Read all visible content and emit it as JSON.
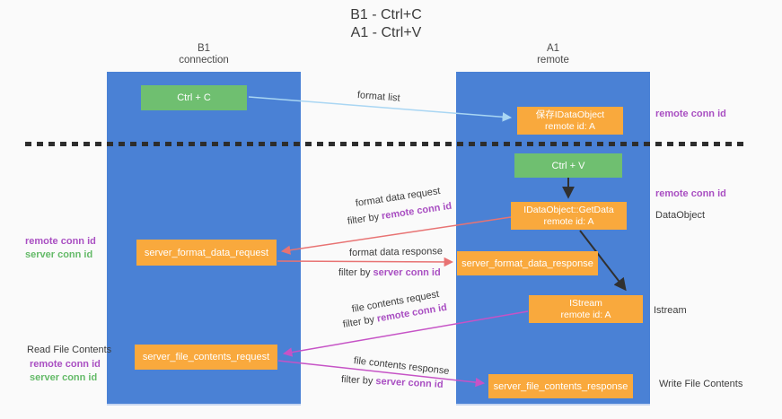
{
  "title": {
    "line1": "B1 - Ctrl+C",
    "line2": "A1 - Ctrl+V"
  },
  "lanes": {
    "left": {
      "name": "B1",
      "role": "connection"
    },
    "right": {
      "name": "A1",
      "role": "remote"
    }
  },
  "nodes": {
    "ctrl_c": {
      "label": "Ctrl + C"
    },
    "save_idataobject": {
      "line1": "保存IDataObject",
      "line2": "remote id: A"
    },
    "ctrl_v": {
      "label": "Ctrl + V"
    },
    "getdata": {
      "line1": "IDataObject::GetData",
      "line2": "remote id: A"
    },
    "format_request": {
      "label": "server_format_data_request"
    },
    "format_response": {
      "label": "server_format_data_response"
    },
    "istream": {
      "line1": "IStream",
      "line2": "remote id: A"
    },
    "file_request": {
      "label": "server_file_contents_request"
    },
    "file_response": {
      "label": "server_file_contents_response"
    }
  },
  "arrow_labels": {
    "format_list": "format list",
    "format_data_request": "format data request",
    "format_data_request_filter_prefix": "filter by ",
    "format_data_request_filter_key": "remote conn id",
    "format_data_response": "format data response",
    "format_data_response_filter_prefix": "filter by ",
    "format_data_response_filter_key": "server conn id",
    "file_contents_request": "file contents request",
    "file_contents_request_filter_prefix": "filter by ",
    "file_contents_request_filter_key": "remote conn id",
    "file_contents_response": "file contents response",
    "file_contents_response_filter_prefix": "filter by ",
    "file_contents_response_filter_key": "server conn id"
  },
  "side_labels": {
    "left_remote_conn_id_top": "remote conn id",
    "left_server_conn_id_top": "server conn id",
    "read_file_contents": "Read File Contents",
    "left_remote_conn_id_bottom": "remote conn id",
    "left_server_conn_id_bottom": "server conn id",
    "right_remote_conn_id_top": "remote conn id",
    "right_remote_conn_id_mid": "remote conn id",
    "dataobject": "DataObject",
    "istream": "Istream",
    "write_file_contents": "Write File Contents"
  },
  "colors": {
    "lane_blue": "#4a81d5",
    "node_orange": "#f9a93d",
    "node_green": "#6fbf70",
    "arrow_lightblue": "#a9d6f3",
    "arrow_red": "#e87373",
    "arrow_magenta": "#c653c6",
    "arrow_black": "#303030",
    "label_purple": "#a94fc2",
    "label_green": "#64ba68"
  }
}
